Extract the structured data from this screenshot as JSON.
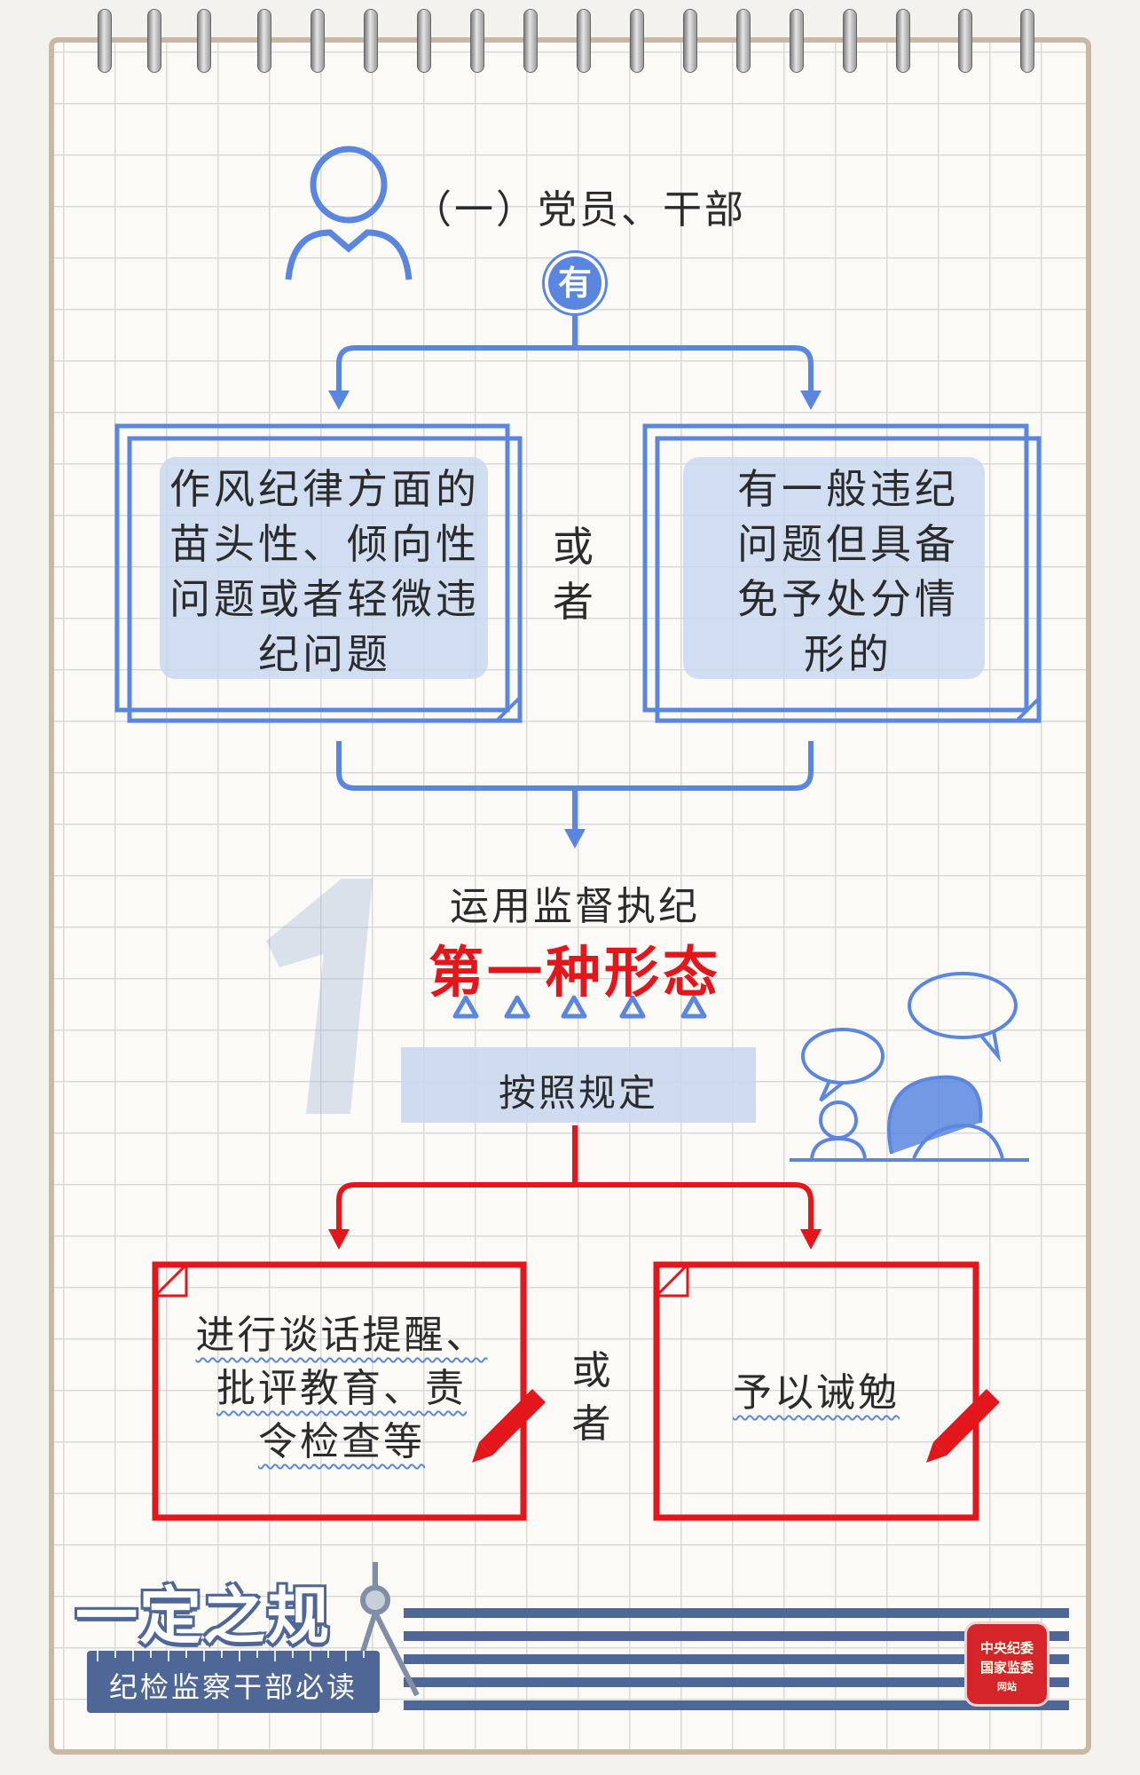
{
  "header": {
    "section_label": "（一）党员、干部",
    "connector": "有"
  },
  "top_branches": {
    "left_box": [
      "作风纪律方面的",
      "苗头性、倾向性",
      "问题或者轻微违",
      "纪问题"
    ],
    "or_label": [
      "或",
      "者"
    ],
    "right_box": [
      "有一般违纪",
      "问题但具备",
      "免予处分情",
      "形的"
    ]
  },
  "result": {
    "line1": "运用监督执纪",
    "form_title": "第一种形态",
    "rule_label": "按照规定"
  },
  "bottom_branches": {
    "left_box": [
      "进行谈话提醒、",
      "批评教育、责",
      "令检查等"
    ],
    "or_label": [
      "或",
      "者"
    ],
    "right_box": [
      "予以诫勉"
    ]
  },
  "footer": {
    "brand_title": "一定之规",
    "brand_subtitle": "纪检监察干部必读",
    "stamp_text": [
      "中央纪委",
      "国家监委",
      "网站"
    ]
  },
  "colors": {
    "blue": "#5b86e0",
    "red": "#e3161b",
    "light_blue_fill": "#c7d6ef",
    "stripe": "#4e6796"
  }
}
